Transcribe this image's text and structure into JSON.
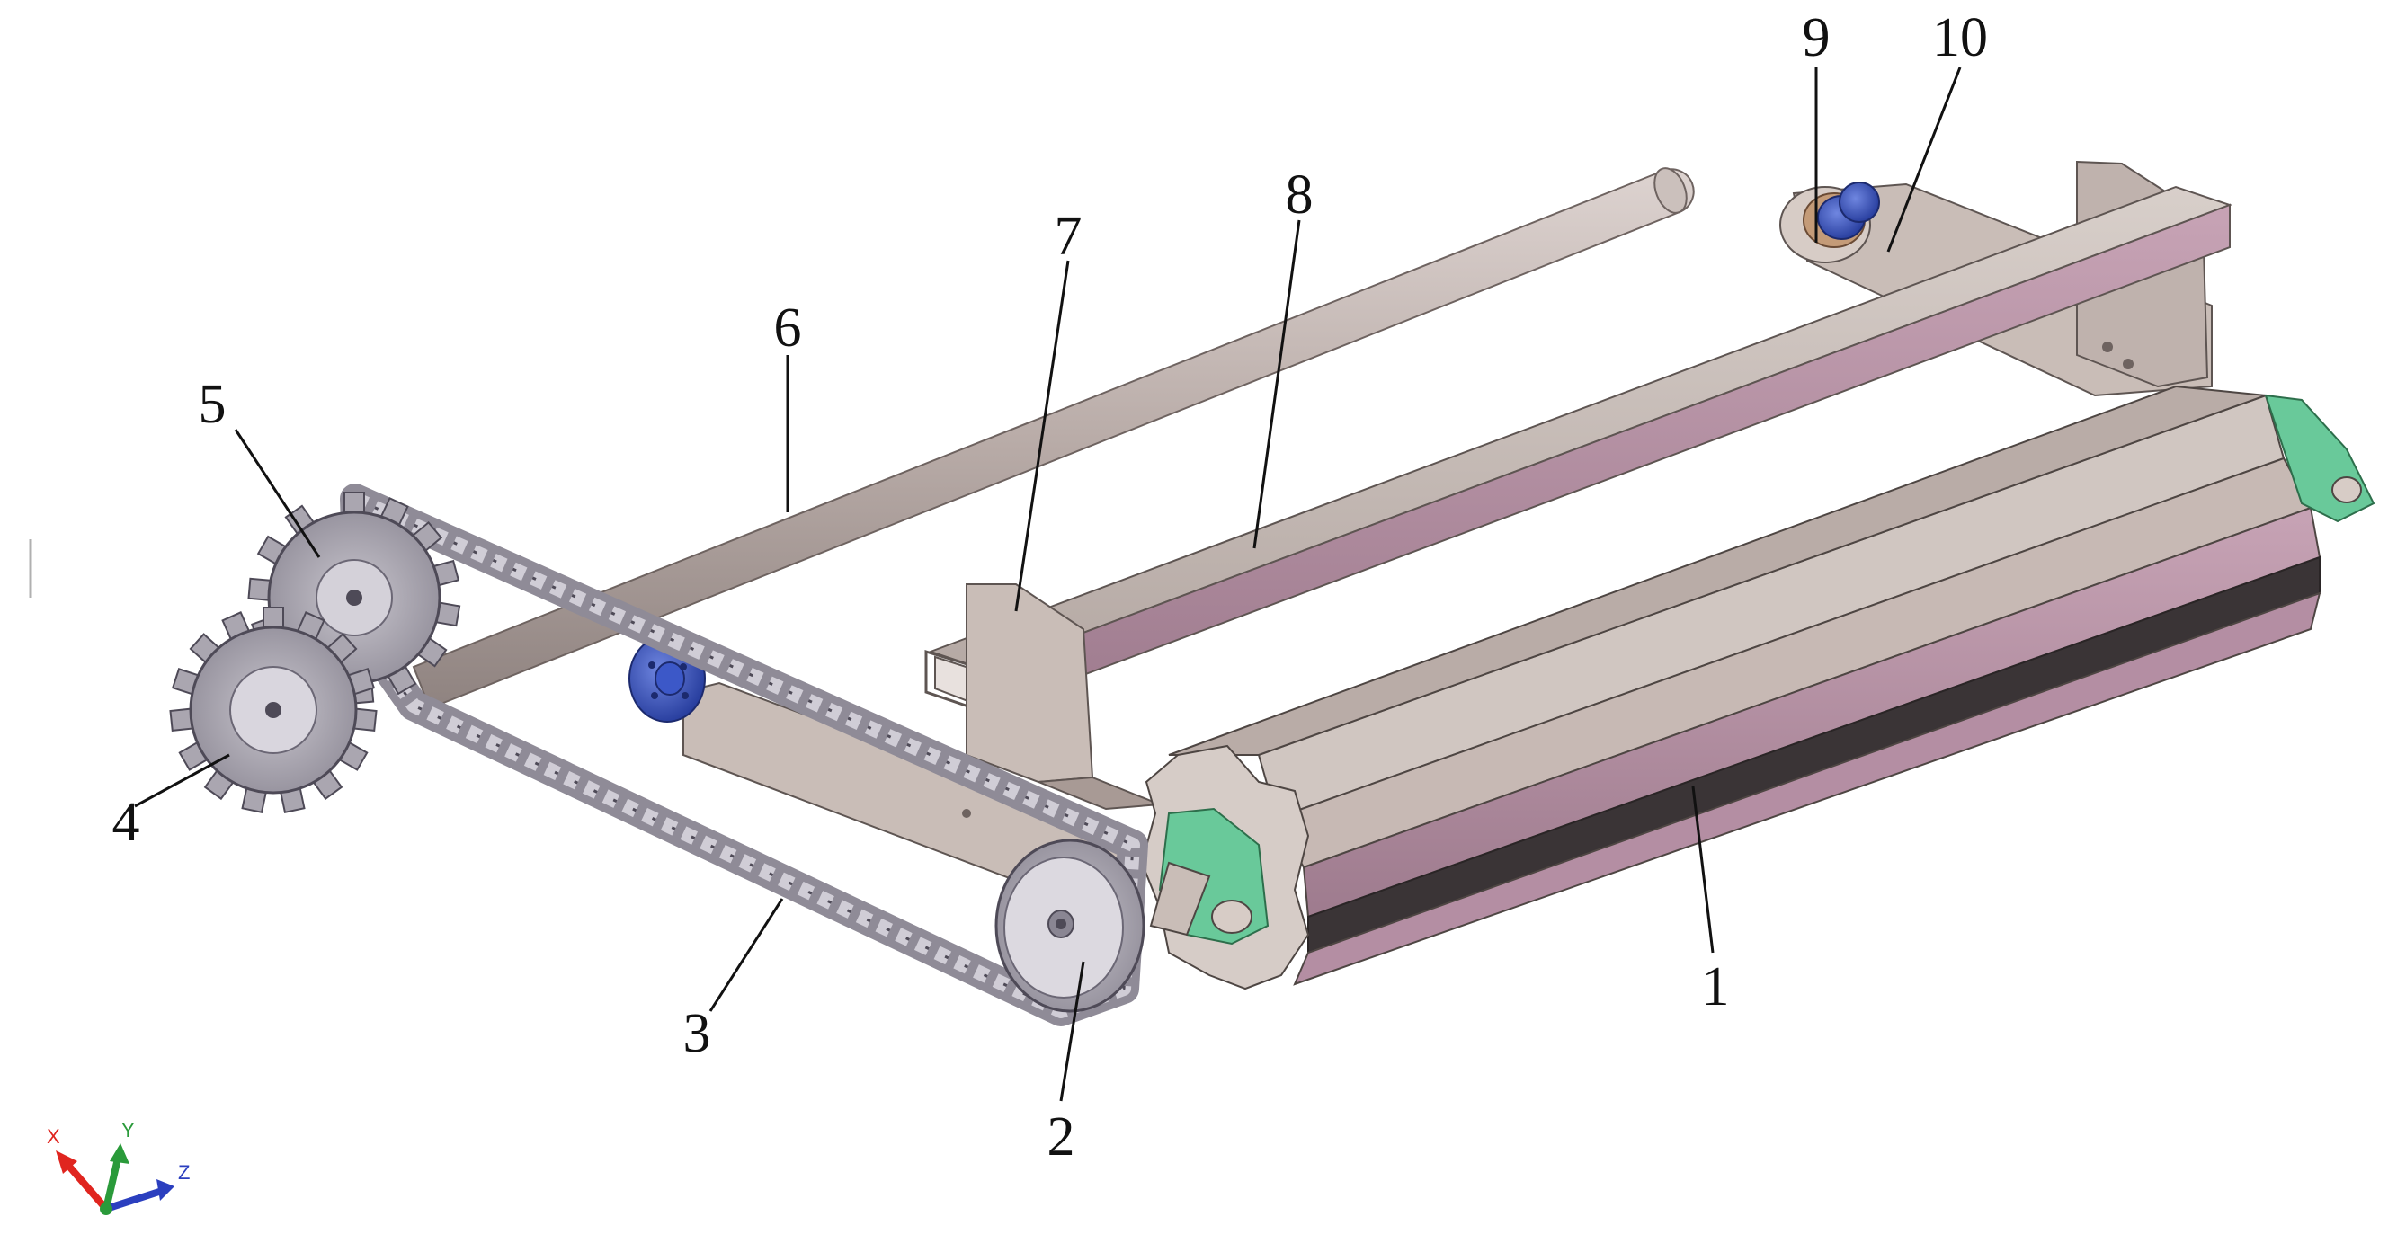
{
  "diagram": {
    "callouts": [
      {
        "id": "c1",
        "label": "1"
      },
      {
        "id": "c2",
        "label": "2"
      },
      {
        "id": "c3",
        "label": "3"
      },
      {
        "id": "c4",
        "label": "4"
      },
      {
        "id": "c5",
        "label": "5"
      },
      {
        "id": "c6",
        "label": "6"
      },
      {
        "id": "c7",
        "label": "7"
      },
      {
        "id": "c8",
        "label": "8"
      },
      {
        "id": "c9",
        "label": "9"
      },
      {
        "id": "c10",
        "label": "10"
      }
    ],
    "triad": {
      "x_label": "X",
      "y_label": "Y",
      "z_label": "Z",
      "x_color": "#e0251f",
      "y_color": "#2a9a3a",
      "z_color": "#2b3fbf"
    },
    "colors": {
      "steel": "#c9bdb7",
      "steel_shade": "#a89a95",
      "tube_face": "#b48ea3",
      "rod": "#b9aca8",
      "sprocket": "#aaa6b0",
      "chain": "#9d9aa7",
      "bearing_blue": "#2f4fbf",
      "bracket_green": "#69c99a"
    }
  }
}
